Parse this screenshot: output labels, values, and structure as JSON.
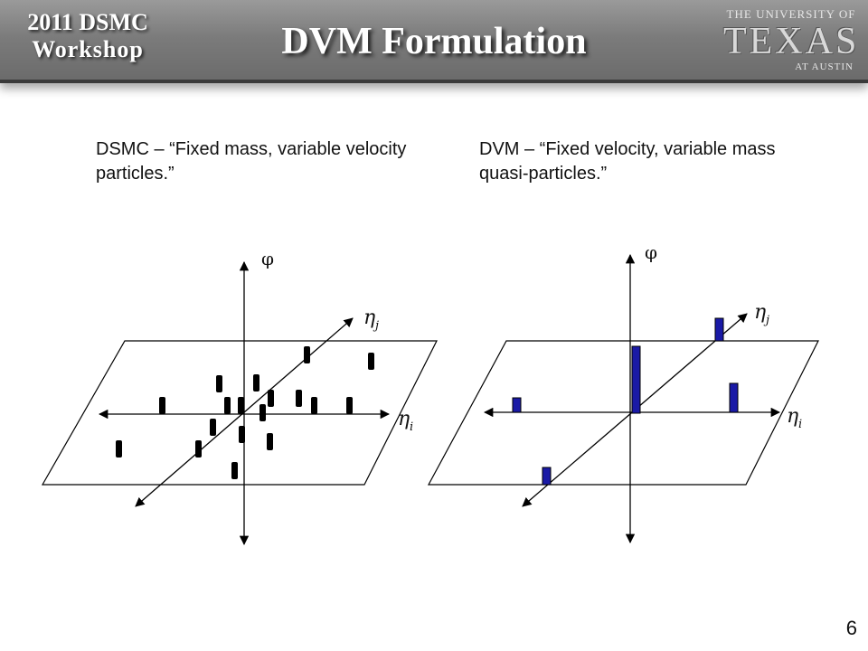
{
  "header": {
    "workshop_line1": "2011 DSMC",
    "workshop_line2": "Workshop",
    "title": "DVM Formulation",
    "logo": {
      "top": "THE UNIVERSITY OF",
      "middle": "TEXAS",
      "bottom": "AT AUSTIN"
    }
  },
  "captions": {
    "left": "DSMC – “Fixed mass, variable velocity particles.”",
    "right": "DVM – “Fixed velocity, variable mass quasi-particles.”"
  },
  "diagrams": {
    "left": {
      "phi_label": "φ",
      "eta_j_base": "η",
      "eta_j_sub": "j",
      "eta_i_base": "η",
      "eta_i_sub": "i",
      "particle_color": "#000000"
    },
    "right": {
      "phi_label": "φ",
      "eta_j_base": "η",
      "eta_j_sub": "j",
      "eta_i_base": "η",
      "eta_i_sub": "i",
      "particle_color": "#1a1aa6"
    }
  },
  "page_number": "6"
}
